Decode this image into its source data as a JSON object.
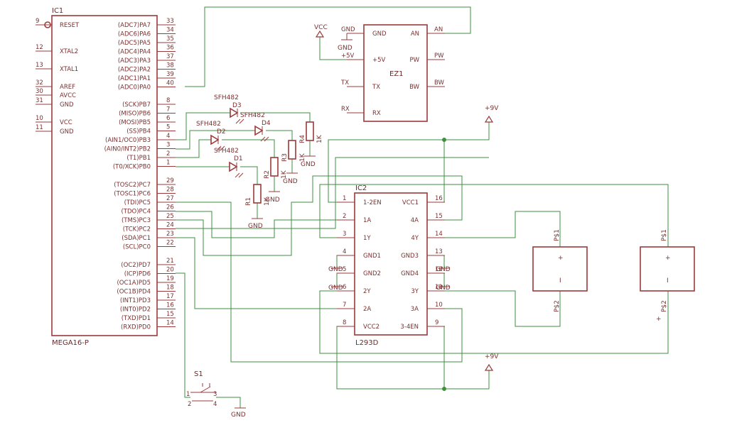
{
  "ic1": {
    "name": "IC1",
    "value": "MEGA16-P",
    "left_pins": [
      {
        "num": "9",
        "name": "RESET"
      },
      {
        "num": "12",
        "name": "XTAL2"
      },
      {
        "num": "13",
        "name": "XTAL1"
      },
      {
        "num": "32",
        "name": "AREF"
      },
      {
        "num": "30",
        "name": "AVCC"
      },
      {
        "num": "31",
        "name": "GND"
      },
      {
        "num": "10",
        "name": "VCC"
      },
      {
        "num": "11",
        "name": "GND"
      }
    ],
    "right_pins": [
      {
        "num": "33",
        "name": "(ADC7)PA7"
      },
      {
        "num": "34",
        "name": "(ADC6)PA6"
      },
      {
        "num": "35",
        "name": "(ADC5)PA5"
      },
      {
        "num": "36",
        "name": "(ADC4)PA4"
      },
      {
        "num": "37",
        "name": "(ADC3)PA3"
      },
      {
        "num": "38",
        "name": "(ADC2)PA2"
      },
      {
        "num": "39",
        "name": "(ADC1)PA1"
      },
      {
        "num": "40",
        "name": "(ADC0)PA0"
      },
      {
        "num": "8",
        "name": "(SCK)PB7"
      },
      {
        "num": "7",
        "name": "(MISO)PB6"
      },
      {
        "num": "6",
        "name": "(MOSI)PB5"
      },
      {
        "num": "5",
        "name": "(SS)PB4"
      },
      {
        "num": "4",
        "name": "(AIN1/OC0)PB3"
      },
      {
        "num": "3",
        "name": "(AIN0/INT2)PB2"
      },
      {
        "num": "2",
        "name": "(T1)PB1"
      },
      {
        "num": "1",
        "name": "(T0/XCK)PB0"
      },
      {
        "num": "29",
        "name": "(TOSC2)PC7"
      },
      {
        "num": "28",
        "name": "(TOSC1)PC6"
      },
      {
        "num": "27",
        "name": "(TDI)PC5"
      },
      {
        "num": "26",
        "name": "(TDO)PC4"
      },
      {
        "num": "25",
        "name": "(TMS)PC3"
      },
      {
        "num": "24",
        "name": "(TCK)PC2"
      },
      {
        "num": "23",
        "name": "(SDA)PC1"
      },
      {
        "num": "22",
        "name": "(SCL)PC0"
      },
      {
        "num": "21",
        "name": "(OC2)PD7"
      },
      {
        "num": "20",
        "name": "(ICP)PD6"
      },
      {
        "num": "19",
        "name": "(OC1A)PD5"
      },
      {
        "num": "18",
        "name": "(OC1B)PD4"
      },
      {
        "num": "17",
        "name": "(INT1)PD3"
      },
      {
        "num": "16",
        "name": "(INT0)PD2"
      },
      {
        "num": "15",
        "name": "(TXD)PD1"
      },
      {
        "num": "14",
        "name": "(RXD)PD0"
      }
    ]
  },
  "ez1": {
    "name": "EZ1",
    "left_pins": [
      "GND",
      "+5V",
      "TX",
      "RX"
    ],
    "left_net": [
      "GND",
      "+5V",
      "TX",
      "RX"
    ],
    "right_pins": [
      "AN",
      "PW",
      "BW"
    ],
    "right_net": [
      "AN",
      "PW",
      "BW"
    ]
  },
  "ic2": {
    "name": "IC2",
    "value": "L293D",
    "left_pins": [
      {
        "num": "1",
        "name": "1-2EN"
      },
      {
        "num": "2",
        "name": "1A"
      },
      {
        "num": "3",
        "name": "1Y"
      },
      {
        "num": "4",
        "name": "GND1"
      },
      {
        "num": "5",
        "name": "GND2"
      },
      {
        "num": "6",
        "name": "2Y"
      },
      {
        "num": "7",
        "name": "2A"
      },
      {
        "num": "8",
        "name": "VCC2"
      }
    ],
    "right_pins": [
      {
        "num": "16",
        "name": "VCC1"
      },
      {
        "num": "15",
        "name": "4A"
      },
      {
        "num": "14",
        "name": "4Y"
      },
      {
        "num": "13",
        "name": "GND3"
      },
      {
        "num": "12",
        "name": "GND4"
      },
      {
        "num": "11",
        "name": "3Y"
      },
      {
        "num": "10",
        "name": "3A"
      },
      {
        "num": "9",
        "name": "3-4EN"
      }
    ]
  },
  "diodes": [
    {
      "ref": "D3",
      "value": "SFH482"
    },
    {
      "ref": "D4",
      "value": "SFH482"
    },
    {
      "ref": "D2",
      "value": "SFH482"
    },
    {
      "ref": "D1",
      "value": "SFH482"
    }
  ],
  "resistors": [
    {
      "ref": "R1",
      "value": "1K"
    },
    {
      "ref": "R2",
      "value": "1K"
    },
    {
      "ref": "R3",
      "value": "1K"
    },
    {
      "ref": "R4",
      "value": "1K"
    }
  ],
  "supplies": {
    "vcc": "VCC",
    "gnd": "GND",
    "nine_v": "+9V"
  },
  "motors": [
    {
      "top": "P$1",
      "bottom": "P$2",
      "plus": "+",
      "minus": "I"
    },
    {
      "top": "P$1",
      "bottom": "P$2",
      "plus": "+",
      "minus": "I"
    }
  ],
  "switch": {
    "ref": "S1",
    "pins": [
      "1",
      "2",
      "3",
      "4"
    ]
  },
  "colors": {
    "part": "#9b3a3a",
    "wire": "#3f8f3f",
    "background": "#ffffff"
  }
}
